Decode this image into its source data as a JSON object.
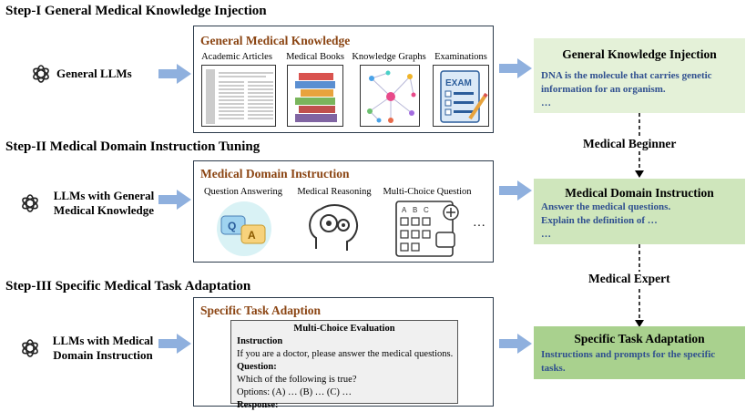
{
  "steps": [
    {
      "title": "Step-I General Medical Knowledge Injection",
      "llm_label": "General LLMs",
      "panel_title": "General Medical Knowledge",
      "columns": [
        "Academic Articles",
        "Medical Books",
        "Knowledge Graphs",
        "Examinations"
      ],
      "output_title": "General Knowledge Injection",
      "output_lines": [
        "DNA is the molecule that carries genetic",
        "information for an organism.",
        "…"
      ]
    },
    {
      "title": "Step-II Medical Domain Instruction Tuning",
      "llm_label": "LLMs with General Medical Knowledge",
      "panel_title": "Medical Domain Instruction",
      "columns": [
        "Question Answering",
        "Medical Reasoning",
        "Multi-Choice Question"
      ],
      "more": "…",
      "output_title": "Medical Domain Instruction",
      "output_lines": [
        "Answer the medical questions.",
        "Explain the definition of …",
        "…"
      ]
    },
    {
      "title": "Step-III Specific Medical Task Adaptation",
      "llm_label": "LLMs with Medical Domain Instruction",
      "panel_title": "Specific Task Adaption",
      "eval_box": {
        "title": "Multi-Choice Evaluation",
        "instruction_label": "Instruction",
        "instruction_text": "If you are a doctor, please answer the medical questions.",
        "question_label": "Question:",
        "question_text": "Which of the following is true?",
        "options_text": "Options: (A) … (B) … (C) …",
        "response_label": "Response:"
      },
      "output_title": "Specific Task Adaptation",
      "output_lines": [
        "Instructions and prompts for the specific",
        "tasks."
      ]
    }
  ],
  "stages": [
    "Medical Beginner",
    "Medical Expert"
  ],
  "icons": {
    "llm": "openai-logo-icon",
    "arrow": "right-arrow-icon",
    "thumbs": [
      "academic-article-icon",
      "medical-books-icon",
      "knowledge-graph-icon",
      "exam-icon",
      "question-answering-icon",
      "medical-reasoning-icon",
      "multi-choice-icon"
    ]
  },
  "colors": {
    "panel_title": "#8b4513",
    "arrow": "#8fb0de",
    "green_light": "#e4f1d8",
    "green_mid": "#cfe6bc",
    "green_dark": "#a9d18e",
    "output_text": "#2f4f8f"
  }
}
